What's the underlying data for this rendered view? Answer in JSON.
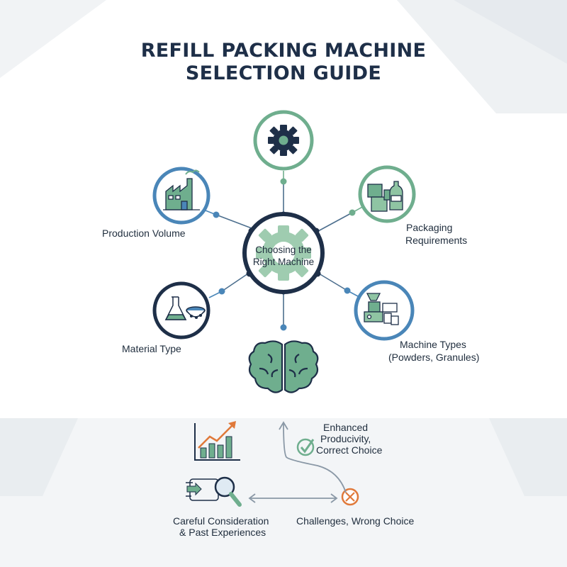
{
  "title": {
    "line1": "REFILL PACKING MACHINE",
    "line2": "SELECTION GUIDE"
  },
  "center": {
    "line1": "Choosing the",
    "line2": "Right Machine"
  },
  "nodes": {
    "production_volume": {
      "label": "Production Volume",
      "icon": "factory-icon"
    },
    "packaging_requirements": {
      "line1": "Packaging",
      "line2": "Requirements",
      "icon": "boxes-bottle-icon"
    },
    "material_type": {
      "label": "Material Type",
      "icon": "flask-bowl-icon"
    },
    "machine_types": {
      "line1": "Machine Types",
      "line2": "(Powders, Granules)",
      "icon": "filling-machine-icon"
    },
    "settings": {
      "icon": "gear-icon"
    },
    "thinking": {
      "icon": "brain-icon"
    }
  },
  "outcomes": {
    "success": {
      "line1": "Enhanced",
      "line2": "Producivity,",
      "line3": "Correct Choice",
      "icon": "check-circle-icon"
    },
    "failure": {
      "label": "Challenges, Wrong Choice",
      "icon": "x-circle-icon"
    },
    "consideration": {
      "line1": "Careful Consideration",
      "line2": "& Past Experiences",
      "icon": "magnifier-icon"
    },
    "growth": {
      "icon": "growth-chart-icon"
    }
  },
  "colors": {
    "navy": "#1e2f48",
    "green": "#6fae8e",
    "blue": "#4a86b8",
    "orange": "#e0793a"
  }
}
